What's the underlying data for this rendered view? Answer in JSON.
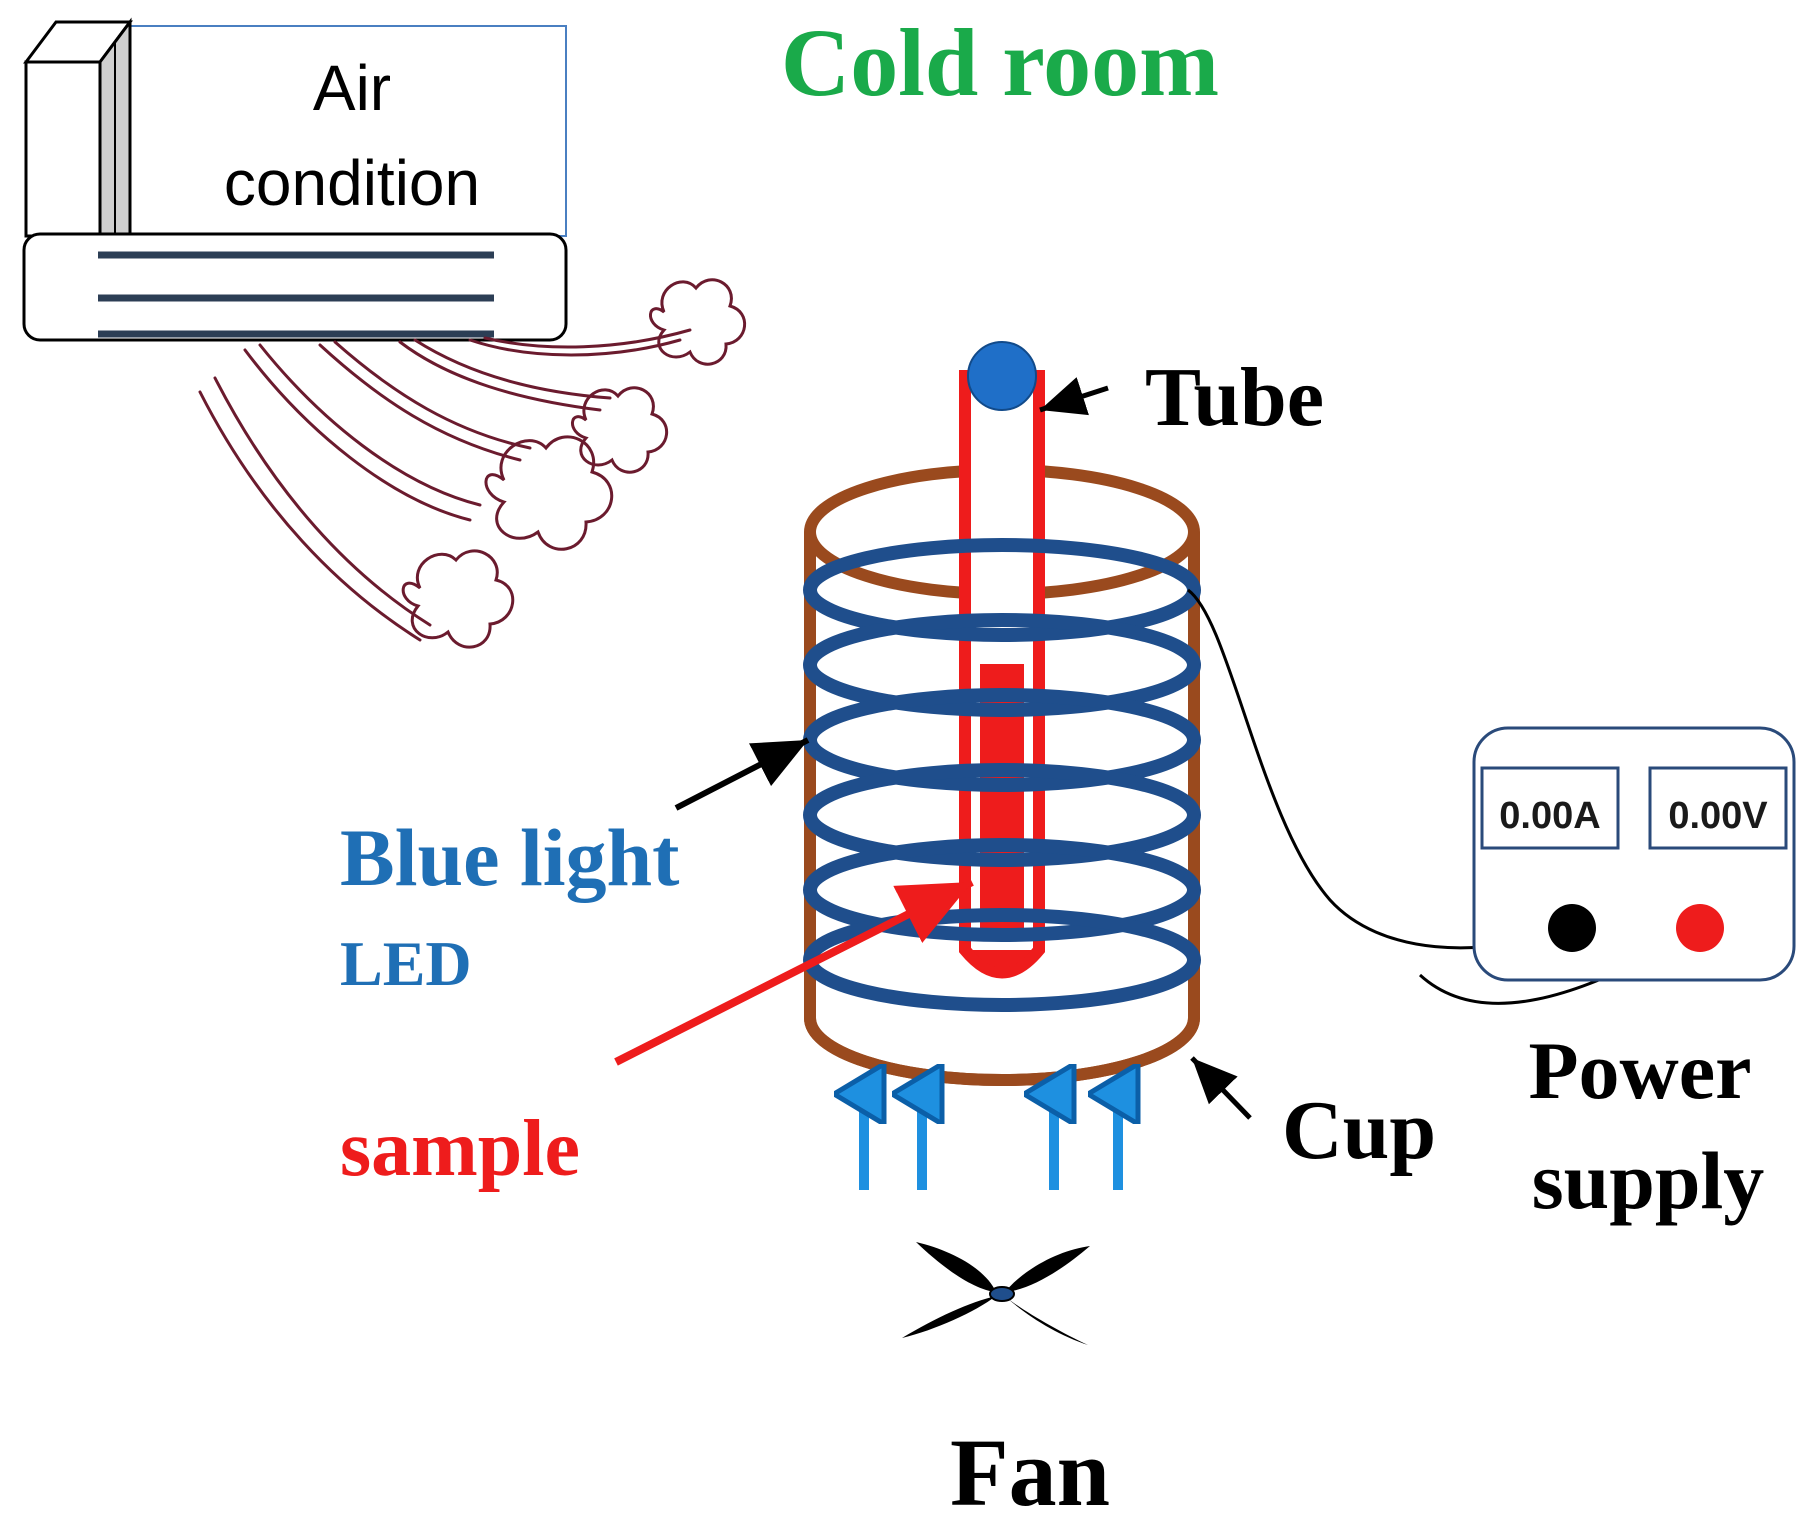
{
  "labels": {
    "cold_room": "Cold room",
    "air_condition_line1": "Air",
    "air_condition_line2": "condition",
    "tube": "Tube",
    "blue_light": "Blue light",
    "led": "LED",
    "sample": "sample",
    "cup": "Cup",
    "power_line1": "Power",
    "power_line2": "supply",
    "fan": "Fan"
  },
  "power_supply": {
    "current_display": "0.00A",
    "voltage_display": "0.00V"
  },
  "colors": {
    "cold_room": "#1aaa4a",
    "blue_light": "#1f6fb5",
    "sample": "#ee1c1c",
    "coil": "#1f4e8c",
    "cup": "#9a4a1e",
    "tube": "#ee1c1c",
    "airflow": "#6b1b2e",
    "fan_arrows": "#1e90e0"
  }
}
